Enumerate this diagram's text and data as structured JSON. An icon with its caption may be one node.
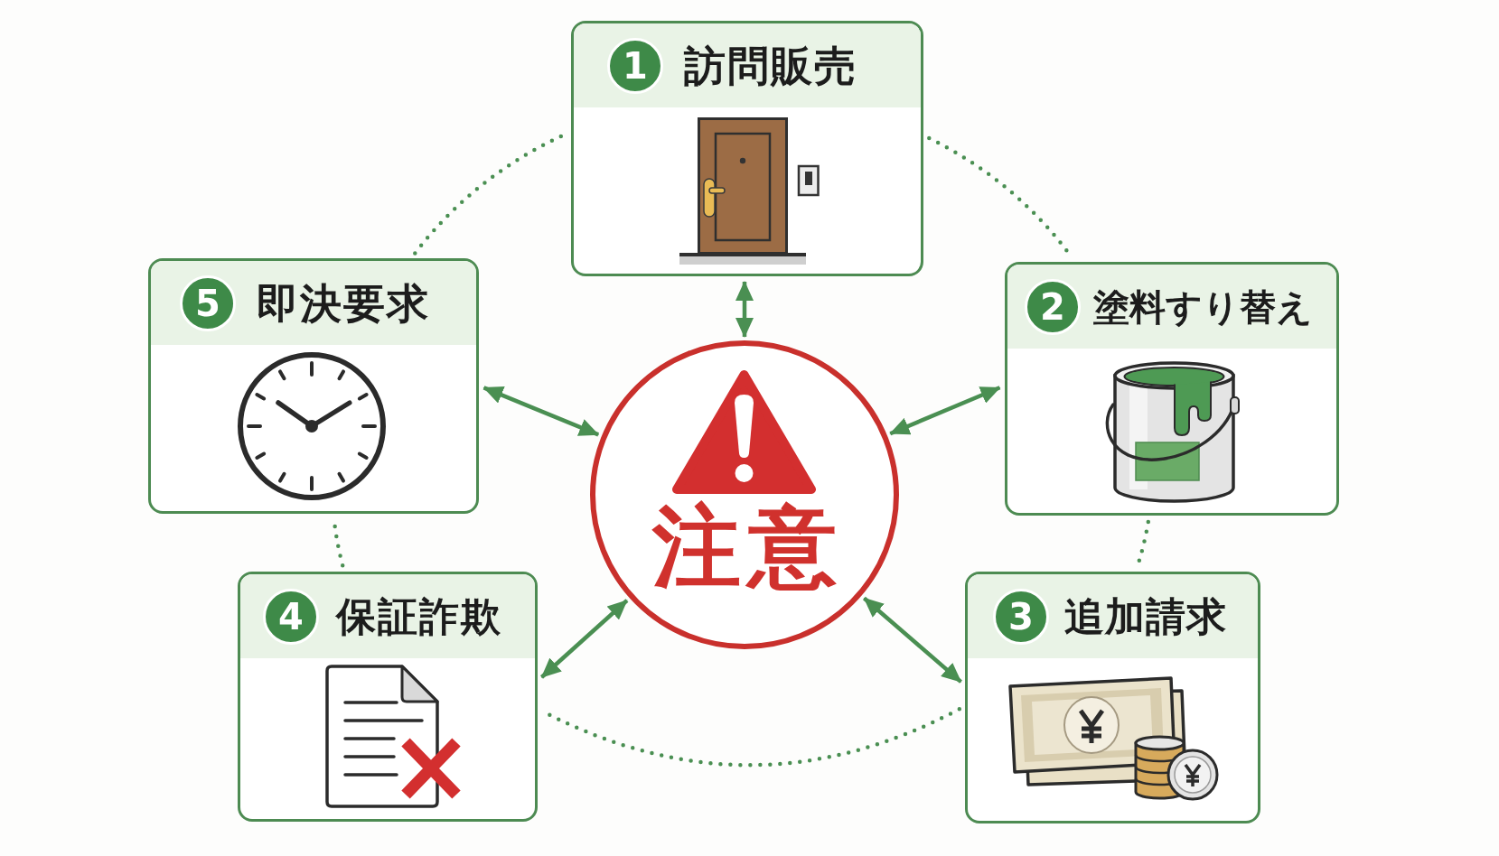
{
  "diagram": {
    "nodes": [
      {
        "text": [
          "1",
          "訪問販売"
        ]
      },
      {
        "text": [
          "5",
          "即決要求"
        ]
      },
      {
        "text": [
          "2",
          "塗料すり替え"
        ]
      },
      {
        "text": [
          "注意"
        ]
      },
      {
        "text": [
          "4",
          "保証詐欺"
        ]
      },
      {
        "text": [
          "3",
          "追加請求"
        ]
      }
    ],
    "edges": [
      {
        "from": 3,
        "to": 0,
        "arrow": "both"
      },
      {
        "from": 3,
        "to": 1,
        "arrow": "both"
      },
      {
        "from": 3,
        "to": 2,
        "arrow": "both"
      },
      {
        "from": 3,
        "to": 4,
        "arrow": "both"
      },
      {
        "from": 3,
        "to": 5,
        "arrow": "both"
      },
      {
        "from": 0,
        "to": 2,
        "arrow": "none",
        "style": "dashed"
      },
      {
        "from": 2,
        "to": 5,
        "arrow": "none",
        "style": "dashed"
      },
      {
        "from": 5,
        "to": 4,
        "arrow": "none",
        "style": "dashed"
      },
      {
        "from": 4,
        "to": 1,
        "arrow": "none",
        "style": "dashed"
      },
      {
        "from": 1,
        "to": 0,
        "arrow": "none",
        "style": "dashed"
      }
    ]
  }
}
